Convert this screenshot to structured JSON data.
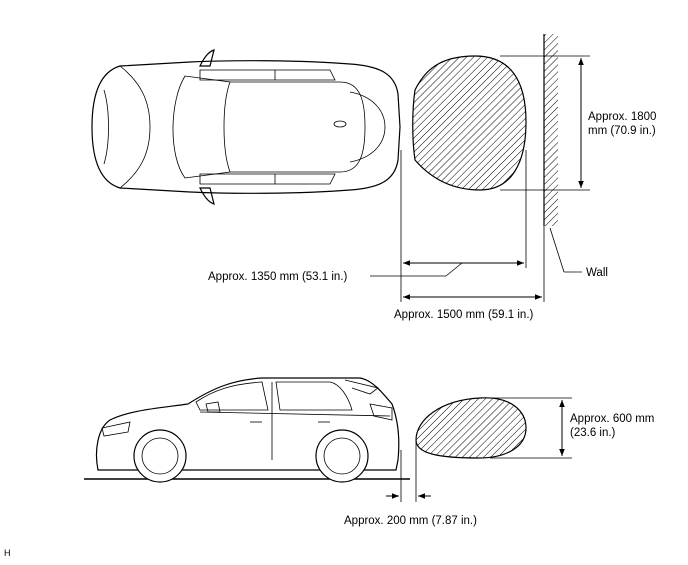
{
  "labels": {
    "width_top": "Approx. 1800",
    "width_bottom": "mm (70.9 in.)",
    "wall": "Wall",
    "dist_1350": "Approx. 1350 mm (53.1 in.)",
    "dist_1500": "Approx. 1500 mm (59.1 in.)",
    "height_top": "Approx. 600 mm",
    "height_bottom": "(23.6 in.)",
    "dist_200": "Approx. 200 mm (7.87 in.)",
    "corner_code": "H"
  }
}
